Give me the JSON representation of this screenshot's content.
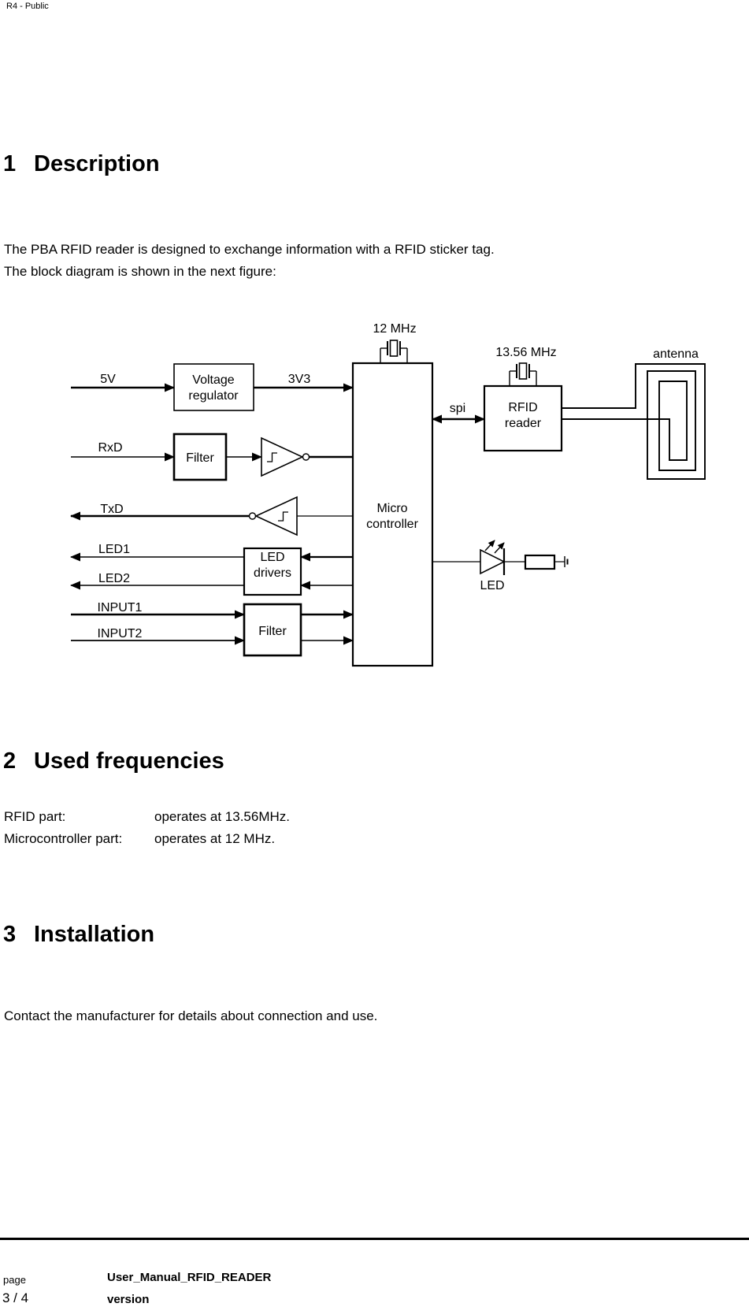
{
  "header": {
    "label": "R4 - Public"
  },
  "section1": {
    "number": "1",
    "title": "Description",
    "para_line1": "The PBA RFID reader is designed to exchange information with a RFID sticker tag.",
    "para_line2": "The block diagram is shown in the next figure:"
  },
  "diagram": {
    "labels": {
      "mhz12": "12 MHz",
      "mhz1356": "13.56 MHz",
      "antenna": "antenna",
      "v5": "5V",
      "v33": "3V3",
      "rxd": "RxD",
      "txd": "TxD",
      "led1": "LED1",
      "led2": "LED2",
      "input1": "INPUT1",
      "input2": "INPUT2",
      "spi": "spi",
      "led": "LED"
    },
    "blocks": {
      "voltage_regulator_line1": "Voltage",
      "voltage_regulator_line2": "regulator",
      "filter_rx": "Filter",
      "micro_line1": "Micro",
      "micro_line2": "controller",
      "rfid_line1": "RFID",
      "rfid_line2": "reader",
      "led_drivers_line1": "LED",
      "led_drivers_line2": "drivers",
      "filter_input": "Filter"
    }
  },
  "section2": {
    "number": "2",
    "title": "Used frequencies",
    "rows": [
      {
        "label": "RFID part:",
        "value": "operates at 13.56MHz."
      },
      {
        "label": "Microcontroller part:",
        "value": "operates at 12 MHz."
      }
    ]
  },
  "section3": {
    "number": "3",
    "title": "Installation",
    "para": "Contact the manufacturer for details about connection and use."
  },
  "footer": {
    "page_label": "page",
    "page_value": "3 / 4",
    "doc_title": "User_Manual_RFID_READER",
    "version_label": "version"
  }
}
